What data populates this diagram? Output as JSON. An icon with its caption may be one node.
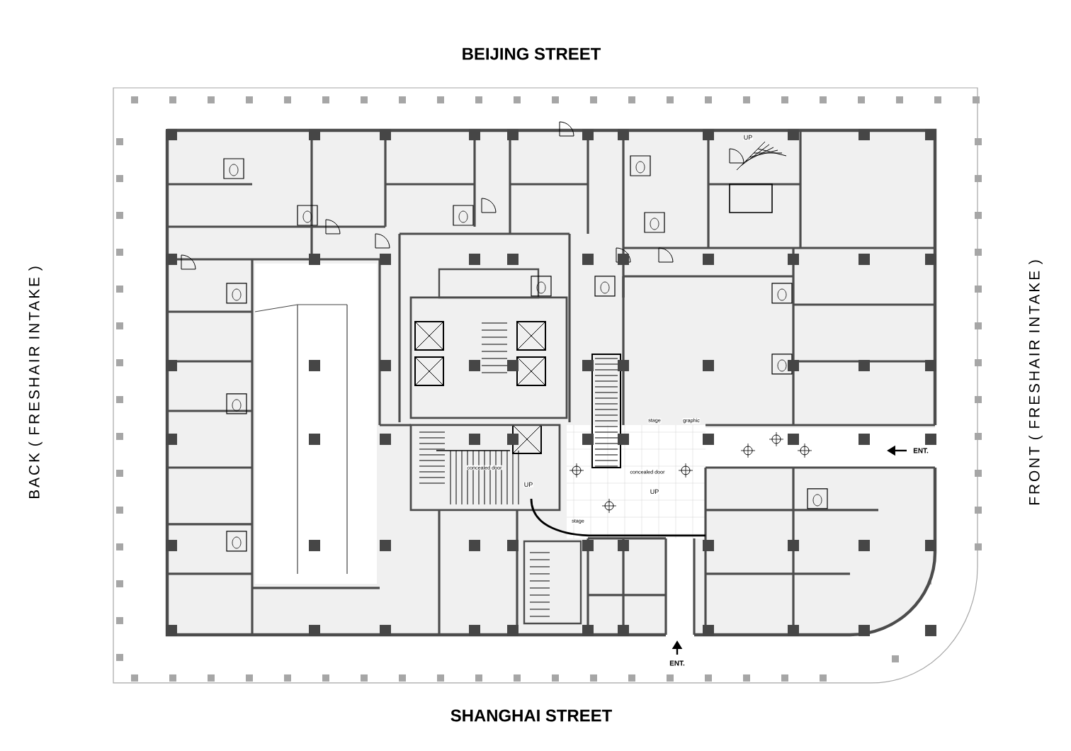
{
  "diagram": {
    "labels": [
      "BEIJING STREET",
      "UP",
      "stage",
      "graphic",
      "concealed door",
      "ENT.",
      "concealed door",
      "UP",
      "UP",
      "stage",
      "ENT.",
      "SHANGHAI STREET",
      "BACK ( FRESHAIR INTAKE )",
      "FRONT ( FRESHAIR INTAKE )"
    ]
  }
}
